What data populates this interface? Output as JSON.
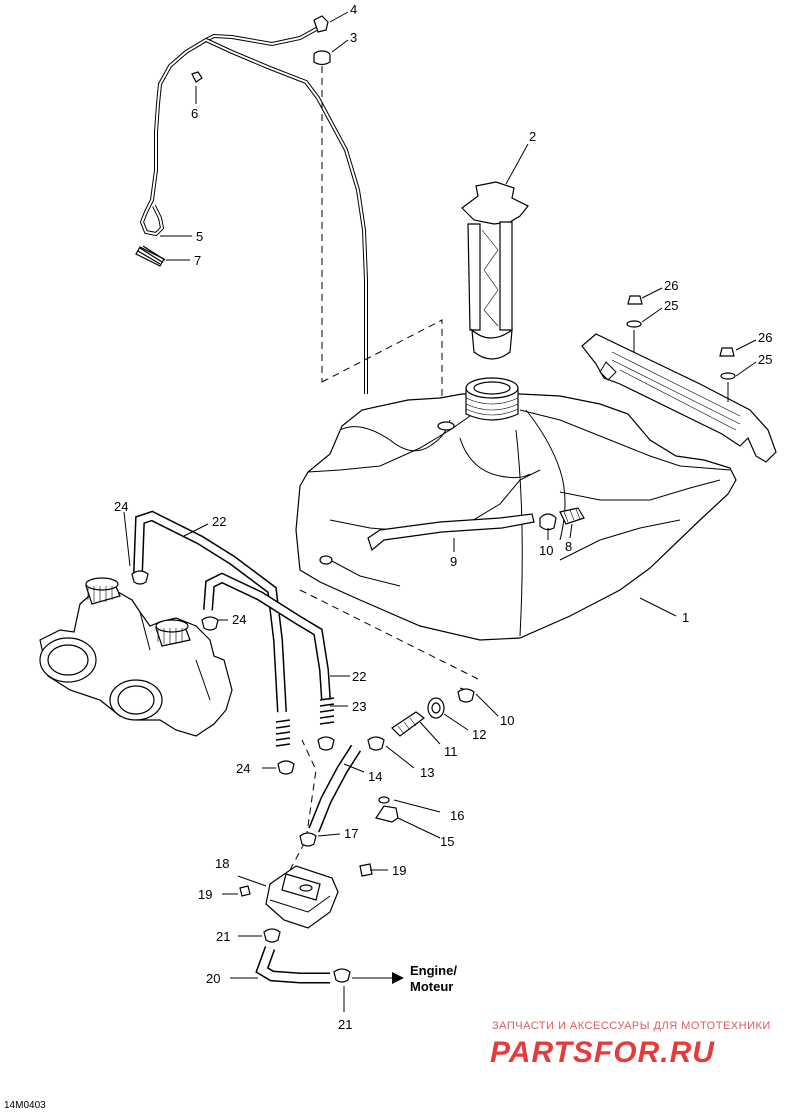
{
  "callouts": [
    {
      "id": "4",
      "text": "4"
    },
    {
      "id": "3",
      "text": "3"
    },
    {
      "id": "6",
      "text": "6"
    },
    {
      "id": "5",
      "text": "5"
    },
    {
      "id": "7",
      "text": "7"
    },
    {
      "id": "2",
      "text": "2"
    },
    {
      "id": "26a",
      "text": "26"
    },
    {
      "id": "25a",
      "text": "25"
    },
    {
      "id": "26b",
      "text": "26"
    },
    {
      "id": "25b",
      "text": "25"
    },
    {
      "id": "24a",
      "text": "24"
    },
    {
      "id": "22a",
      "text": "22"
    },
    {
      "id": "9",
      "text": "9"
    },
    {
      "id": "10a",
      "text": "10"
    },
    {
      "id": "8",
      "text": "8"
    },
    {
      "id": "1",
      "text": "1"
    },
    {
      "id": "24b",
      "text": "24"
    },
    {
      "id": "22b",
      "text": "22"
    },
    {
      "id": "23",
      "text": "23"
    },
    {
      "id": "10b",
      "text": "10"
    },
    {
      "id": "12",
      "text": "12"
    },
    {
      "id": "11",
      "text": "11"
    },
    {
      "id": "24c",
      "text": "24"
    },
    {
      "id": "13",
      "text": "13"
    },
    {
      "id": "14",
      "text": "14"
    },
    {
      "id": "16",
      "text": "16"
    },
    {
      "id": "15",
      "text": "15"
    },
    {
      "id": "17",
      "text": "17"
    },
    {
      "id": "18",
      "text": "18"
    },
    {
      "id": "19a",
      "text": "19"
    },
    {
      "id": "19b",
      "text": "19"
    },
    {
      "id": "21a",
      "text": "21"
    },
    {
      "id": "20",
      "text": "20"
    },
    {
      "id": "21b",
      "text": "21"
    }
  ],
  "engine_label": {
    "line1": "Engine/",
    "line2": "Moteur"
  },
  "figure_code": "14M0403",
  "watermark": {
    "tagline": "ЗАПЧАСТИ И АКСЕССУАРЫ ДЛЯ МОТОТЕХНИКИ",
    "logo": "PARTSFOR.RU"
  }
}
